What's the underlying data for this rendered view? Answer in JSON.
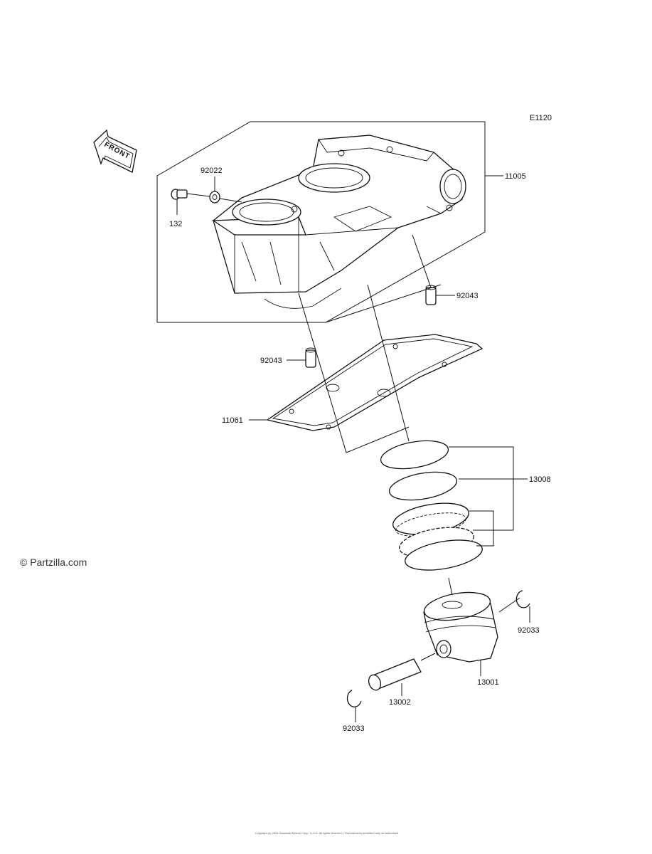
{
  "diagram_code": "E1120",
  "front_arrow_label": "FRONT",
  "watermark": "© Partzilla.com",
  "copyright": "Copyright (c) 2024 Kawasaki Motors Corp., U.S.A. All rights reserved. / Reproduction permitted only as authorized.",
  "callouts": {
    "cylinder": "11005",
    "washer": "92022",
    "bolt": "132",
    "dowel_right": "92043",
    "dowel_left": "92043",
    "gasket": "11061",
    "ring_set": "13008",
    "piston": "13001",
    "pin": "13002",
    "clip_right": "92033",
    "clip_left": "92033"
  },
  "colors": {
    "line": "#111111",
    "background": "#ffffff"
  },
  "icons": [
    "front-arrow-icon"
  ]
}
